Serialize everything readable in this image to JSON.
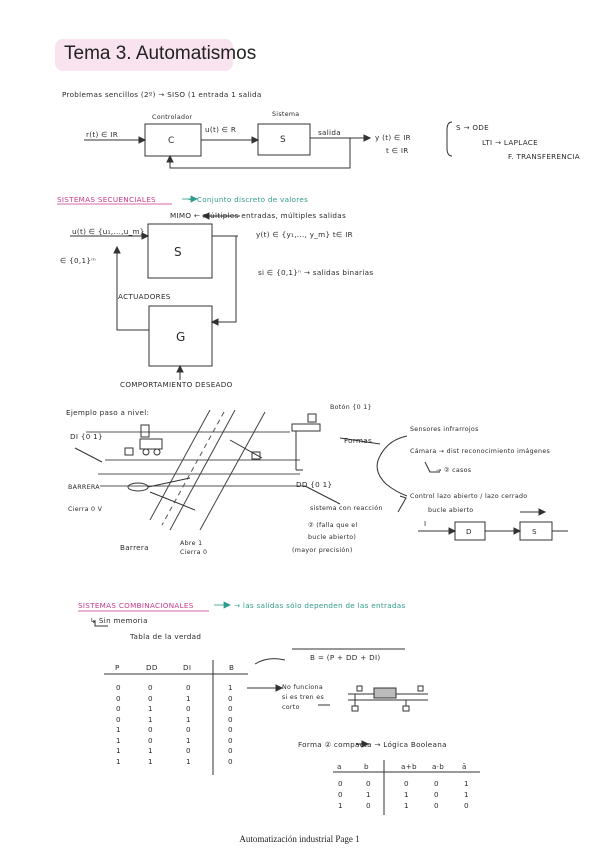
{
  "title": "Tema 3. Automatismos",
  "footer": "Automatización industrial Page 1",
  "section1": {
    "heading": "Problemas sencillos (2º) → SISO (1 entrada 1 salida",
    "input_label": "r(t) ∈ IR",
    "controller_title": "Controlador",
    "controller_block": "C",
    "control_signal": "u(t) ∈ R",
    "system_title": "Sistema",
    "system_block": "S",
    "output_label": "salida",
    "y_label": "y (t) ∈ IR",
    "t_label": "t ∈ IR",
    "note_1": "S → ODE",
    "note_2": "LTI → LAPLACE",
    "note_3": "F. TRANSFERENCIA"
  },
  "section2": {
    "heading": "SISTEMAS SECUENCIALES",
    "definition": "→ Conjunto discreto de valores",
    "mimo": "MIMO ← múltiples entradas, múltiples salidas",
    "inputs": "u(t) ∈ {u₁,...,u_m}",
    "epsilon": "∈ {0,1}ᵐ",
    "system_block": "S",
    "outputs": "y(t) ∈ {y₁,..., y_m}  t∈ IR",
    "binary": "si ∈ {0,1}ⁿ → salidas binarias",
    "actuators": "ACTUADORES",
    "controller_block": "G",
    "desired": "COMPORTAMIENTO DESEADO"
  },
  "example": {
    "title": "Ejemplo paso a nivel:",
    "di": "DI {0 1}",
    "boton": "Botón {0 1}",
    "dd": "DD {0 1}",
    "barrera": "BARRERA",
    "cierra": "Cierra 0 V",
    "barrera2": "Barrera",
    "abre": "Abre 1",
    "cierra2": "Cierra 0",
    "formas": "Formas",
    "sensores": "Sensores infrarrojos",
    "camara": "Cámara → dist reconocimiento imágenes",
    "casos": "→ ② casos",
    "control_lazo": "Control lazo abierto / lazo cerrado",
    "bucle": "bucle abierto",
    "sistema_con_reaccion": "sistema con reacción",
    "falla": "② (falla que el",
    "bucle_abierto": "bucle abierto)",
    "mayor": "(mayor precisión)",
    "arrow_i": "I",
    "block_d": "D",
    "block_s": "S"
  },
  "section3": {
    "heading": "SISTEMAS COMBINACIONALES",
    "definition": "→ las salidas sólo dependen de las entradas",
    "sin_memoria": "↳ Sin memoria",
    "tabla": "Tabla de la verdad",
    "formula": "B = (P + DD + DI)",
    "no_funciona": "No funciona",
    "si_es": "si es tren es",
    "corto": "corto",
    "forma_compacta": "Forma ② compacta → Lógica Booleana"
  },
  "truth_table": {
    "headers": [
      "P",
      "DD",
      "DI",
      "B"
    ],
    "rows": [
      [
        "0",
        "0",
        "0",
        "1"
      ],
      [
        "0",
        "0",
        "1",
        "0"
      ],
      [
        "0",
        "1",
        "0",
        "0"
      ],
      [
        "0",
        "1",
        "1",
        "0"
      ],
      [
        "1",
        "0",
        "0",
        "0"
      ],
      [
        "1",
        "0",
        "1",
        "0"
      ],
      [
        "1",
        "1",
        "0",
        "0"
      ],
      [
        "1",
        "1",
        "1",
        "0"
      ]
    ]
  },
  "bool_table": {
    "headers": [
      "a",
      "b",
      "a+b",
      "a·b",
      "ā"
    ],
    "rows": [
      [
        "0",
        "0",
        "0",
        "0",
        "1"
      ],
      [
        "0",
        "1",
        "1",
        "0",
        "1"
      ],
      [
        "1",
        "0",
        "1",
        "0",
        "0"
      ]
    ]
  }
}
